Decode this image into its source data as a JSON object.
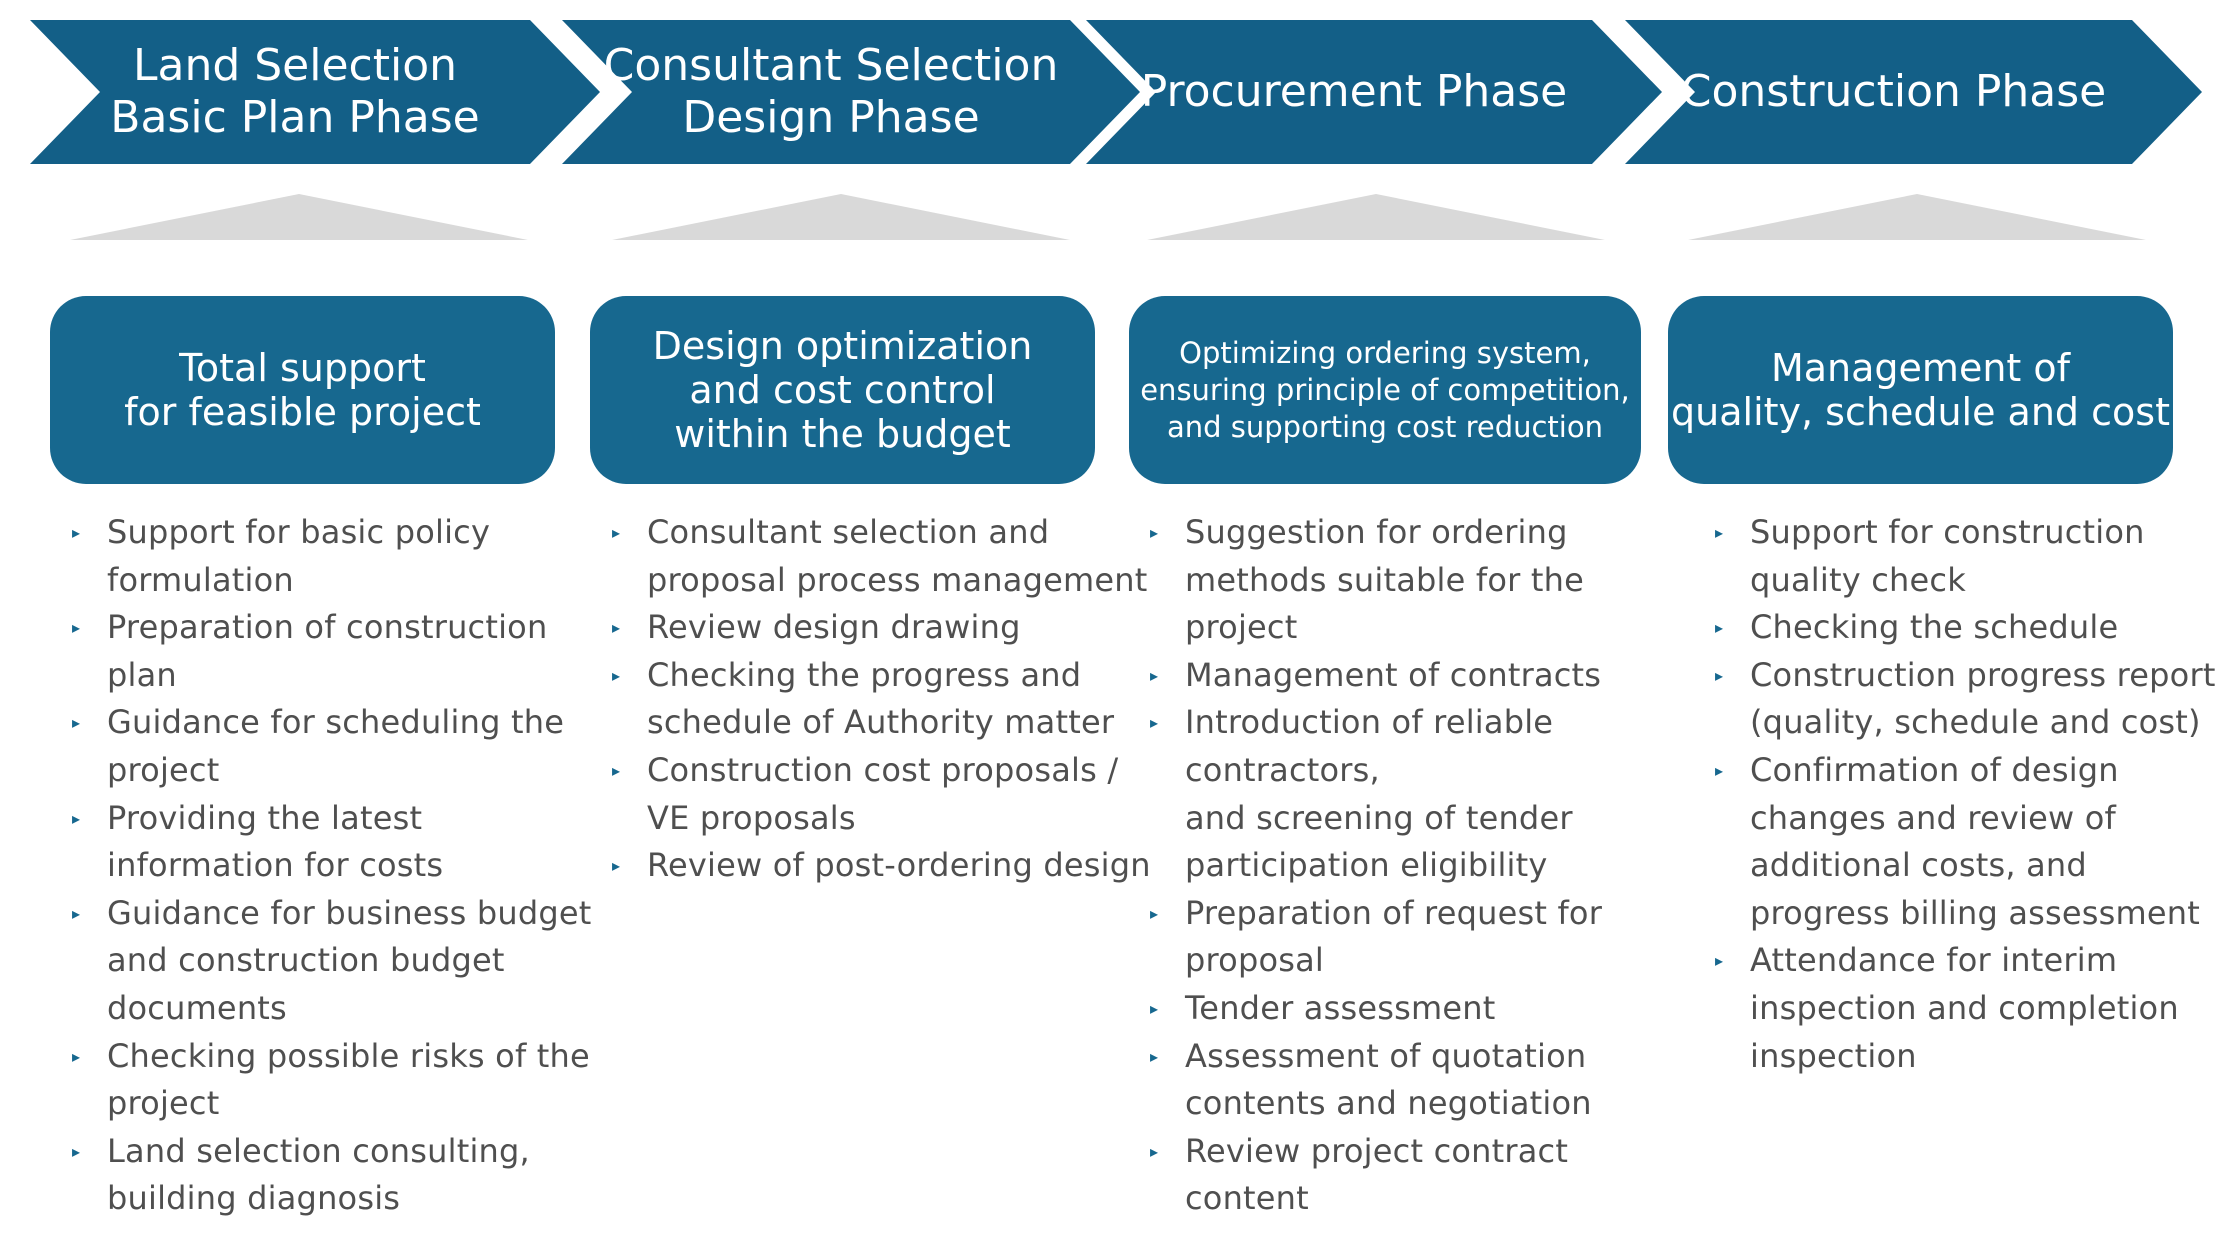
{
  "colors": {
    "arrow_fill": "#135f87",
    "box_fill": "#17688f",
    "triangle_fill": "#d9d9d9",
    "text_dark": "#4f4f4f",
    "bullet_color": "#17688f"
  },
  "bullet_glyph": "▸",
  "columns": [
    {
      "phase": [
        "Land Selection",
        "Basic Plan Phase"
      ],
      "summary": [
        "Total support",
        "for feasible project"
      ],
      "items": [
        [
          "Support for basic policy",
          "formulation"
        ],
        [
          "Preparation of construction",
          "plan"
        ],
        [
          "Guidance for scheduling the",
          "project"
        ],
        [
          "Providing the latest",
          "information for costs"
        ],
        [
          "Guidance for business budget",
          "and construction budget",
          "documents"
        ],
        [
          "Checking possible risks of the",
          "project"
        ],
        [
          "Land selection consulting,",
          "building diagnosis"
        ]
      ]
    },
    {
      "phase": [
        "Consultant Selection",
        "Design Phase"
      ],
      "summary": [
        "Design optimization",
        "and cost control",
        "within the budget"
      ],
      "items": [
        [
          "Consultant selection and",
          "proposal process management"
        ],
        [
          "Review design drawing"
        ],
        [
          "Checking the progress and",
          "schedule of Authority matter"
        ],
        [
          "Construction cost proposals /",
          "VE proposals"
        ],
        [
          "Review of post-ordering design"
        ]
      ]
    },
    {
      "phase": [
        "Procurement Phase"
      ],
      "summary": [
        "Optimizing ordering system,",
        "ensuring principle of competition,",
        "and supporting cost reduction"
      ],
      "items": [
        [
          "Suggestion for ordering",
          "methods suitable for the",
          "project"
        ],
        [
          "Management of contracts"
        ],
        [
          "Introduction of reliable",
          "contractors,",
          "and screening of tender",
          "participation eligibility"
        ],
        [
          "Preparation of request for",
          "proposal"
        ],
        [
          "Tender assessment"
        ],
        [
          "Assessment of quotation",
          "contents and negotiation"
        ],
        [
          "Review project contract",
          "content"
        ]
      ]
    },
    {
      "phase": [
        "Construction Phase"
      ],
      "summary": [
        "Management of",
        "quality, schedule and cost"
      ],
      "items": [
        [
          "Support for construction",
          "quality check"
        ],
        [
          "Checking the schedule"
        ],
        [
          "Construction progress report",
          "(quality, schedule and cost)"
        ],
        [
          "Confirmation of design",
          "changes and review of",
          "additional costs, and",
          "progress billing assessment"
        ],
        [
          "Attendance for interim",
          "inspection and completion",
          "inspection"
        ]
      ]
    }
  ]
}
